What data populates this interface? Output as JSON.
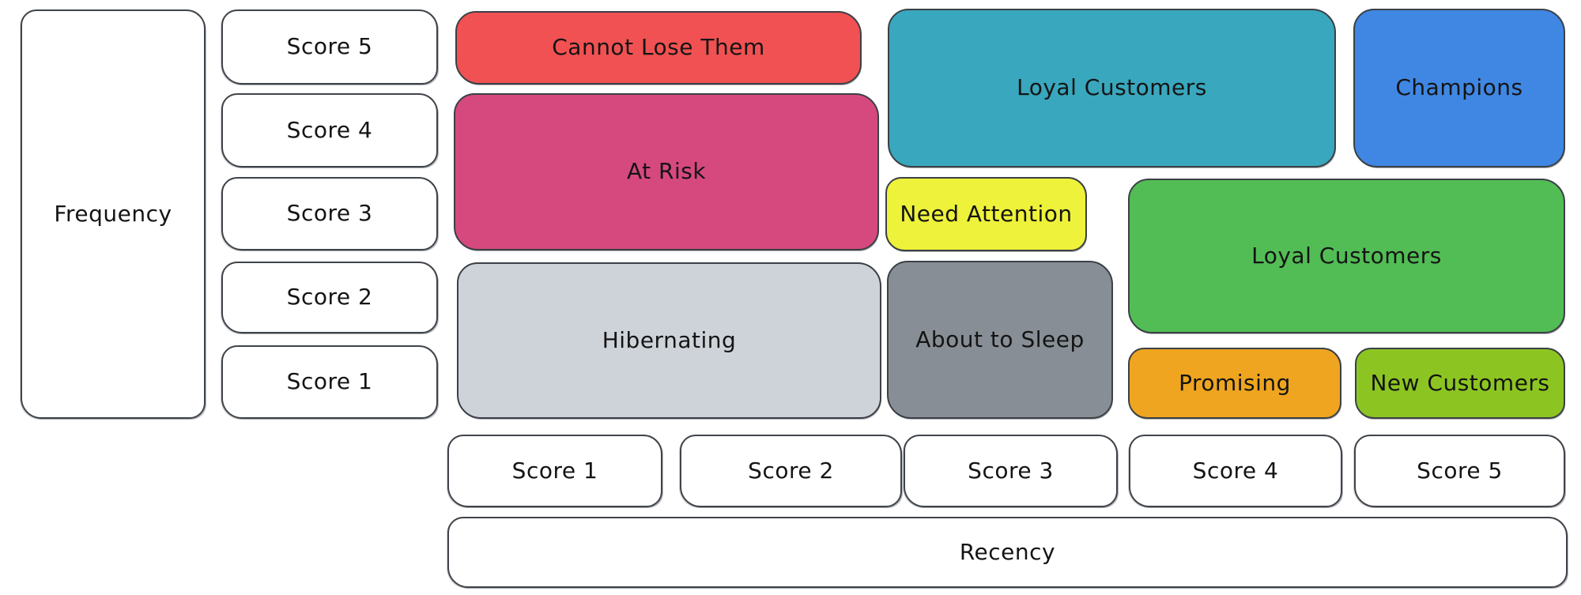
{
  "axes": {
    "frequency": {
      "label": "Frequency",
      "scores": [
        "Score 5",
        "Score 4",
        "Score 3",
        "Score 2",
        "Score 1"
      ]
    },
    "recency": {
      "label": "Recency",
      "scores": [
        "Score 1",
        "Score 2",
        "Score 3",
        "Score 4",
        "Score 5"
      ]
    }
  },
  "segments": [
    {
      "label": "Cannot Lose Them",
      "color": "#f15152",
      "recency_scores": "1-2",
      "frequency_scores": "5"
    },
    {
      "label": "At Risk",
      "color": "#d6497f",
      "recency_scores": "1-2",
      "frequency_scores": "3-4"
    },
    {
      "label": "Hibernating",
      "color": "#ced3da",
      "recency_scores": "1-2",
      "frequency_scores": "1-2"
    },
    {
      "label": "Loyal Customers",
      "color": "#39a7bd",
      "recency_scores": "3-4",
      "frequency_scores": "4-5"
    },
    {
      "label": "Champions",
      "color": "#3f87e3",
      "recency_scores": "5",
      "frequency_scores": "4-5"
    },
    {
      "label": "Need Attention",
      "color": "#eef23a",
      "recency_scores": "3",
      "frequency_scores": "3"
    },
    {
      "label": "About to Sleep",
      "color": "#878e95",
      "recency_scores": "3",
      "frequency_scores": "1-2"
    },
    {
      "label": "Loyal Customers",
      "color": "#52bd55",
      "recency_scores": "4-5",
      "frequency_scores": "2-3"
    },
    {
      "label": "Promising",
      "color": "#efa51f",
      "recency_scores": "4",
      "frequency_scores": "1"
    },
    {
      "label": "New Customers",
      "color": "#8cc522",
      "recency_scores": "5",
      "frequency_scores": "1"
    }
  ],
  "style_colors": {
    "outline": "#3f444a",
    "background": "#ffffff",
    "text": "#141414"
  }
}
